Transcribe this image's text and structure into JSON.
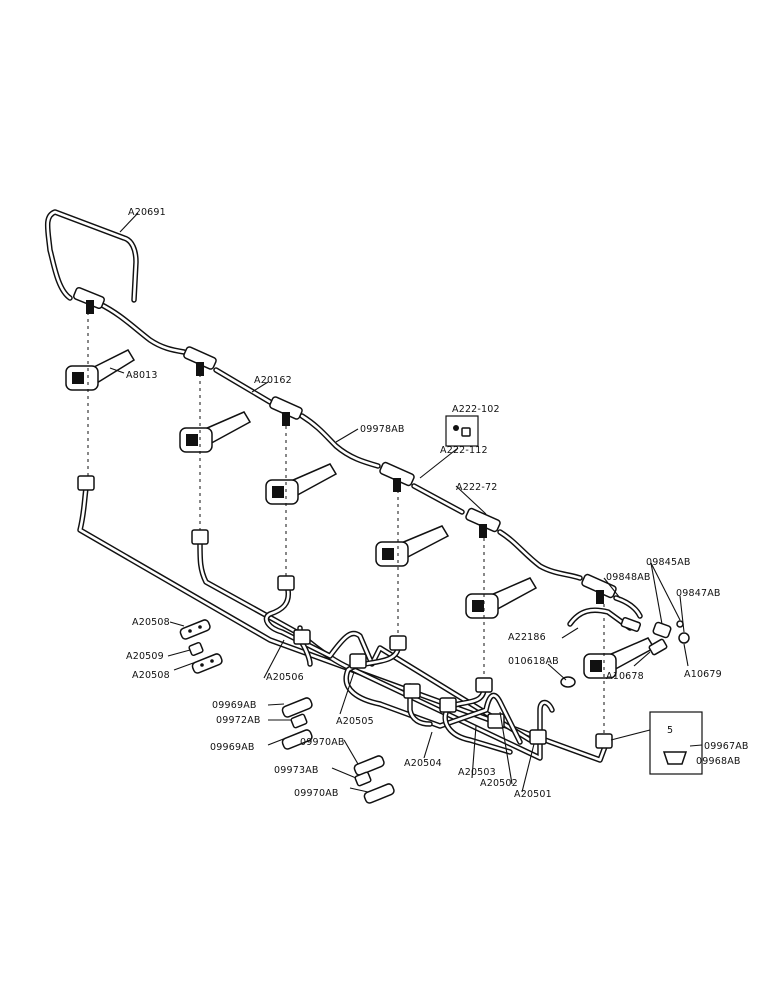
{
  "labels": {
    "a20691": "A20691",
    "a8013": "A8013",
    "a20162": "A20162",
    "p09978ab": "09978AB",
    "a222_102": "A222-102",
    "a222_112": "A222-112",
    "a222_72": "A222-72",
    "p09845ab": "09845AB",
    "p09848ab": "09848AB",
    "p09847ab": "09847AB",
    "a22186": "A22186",
    "p010618ab": "010618AB",
    "a10678": "A10678",
    "a10679": "A10679",
    "a20508_top": "A20508",
    "a20509": "A20509",
    "a20508_bottom": "A20508",
    "a20506": "A20506",
    "p09969ab_top": "09969AB",
    "p09972ab": "09972AB",
    "p09969ab_bottom": "09969AB",
    "a20505": "A20505",
    "p09970ab_top": "09970AB",
    "a20504": "A20504",
    "p09973ab": "09973AB",
    "p09970ab_bottom": "09970AB",
    "a20503": "A20503",
    "a20502": "A20502",
    "a20501": "A20501",
    "p09967ab": "09967AB",
    "p09968ab": "09968AB",
    "box_digit": "5"
  },
  "colors": {
    "ink": "#111111",
    "paper": "#ffffff"
  }
}
